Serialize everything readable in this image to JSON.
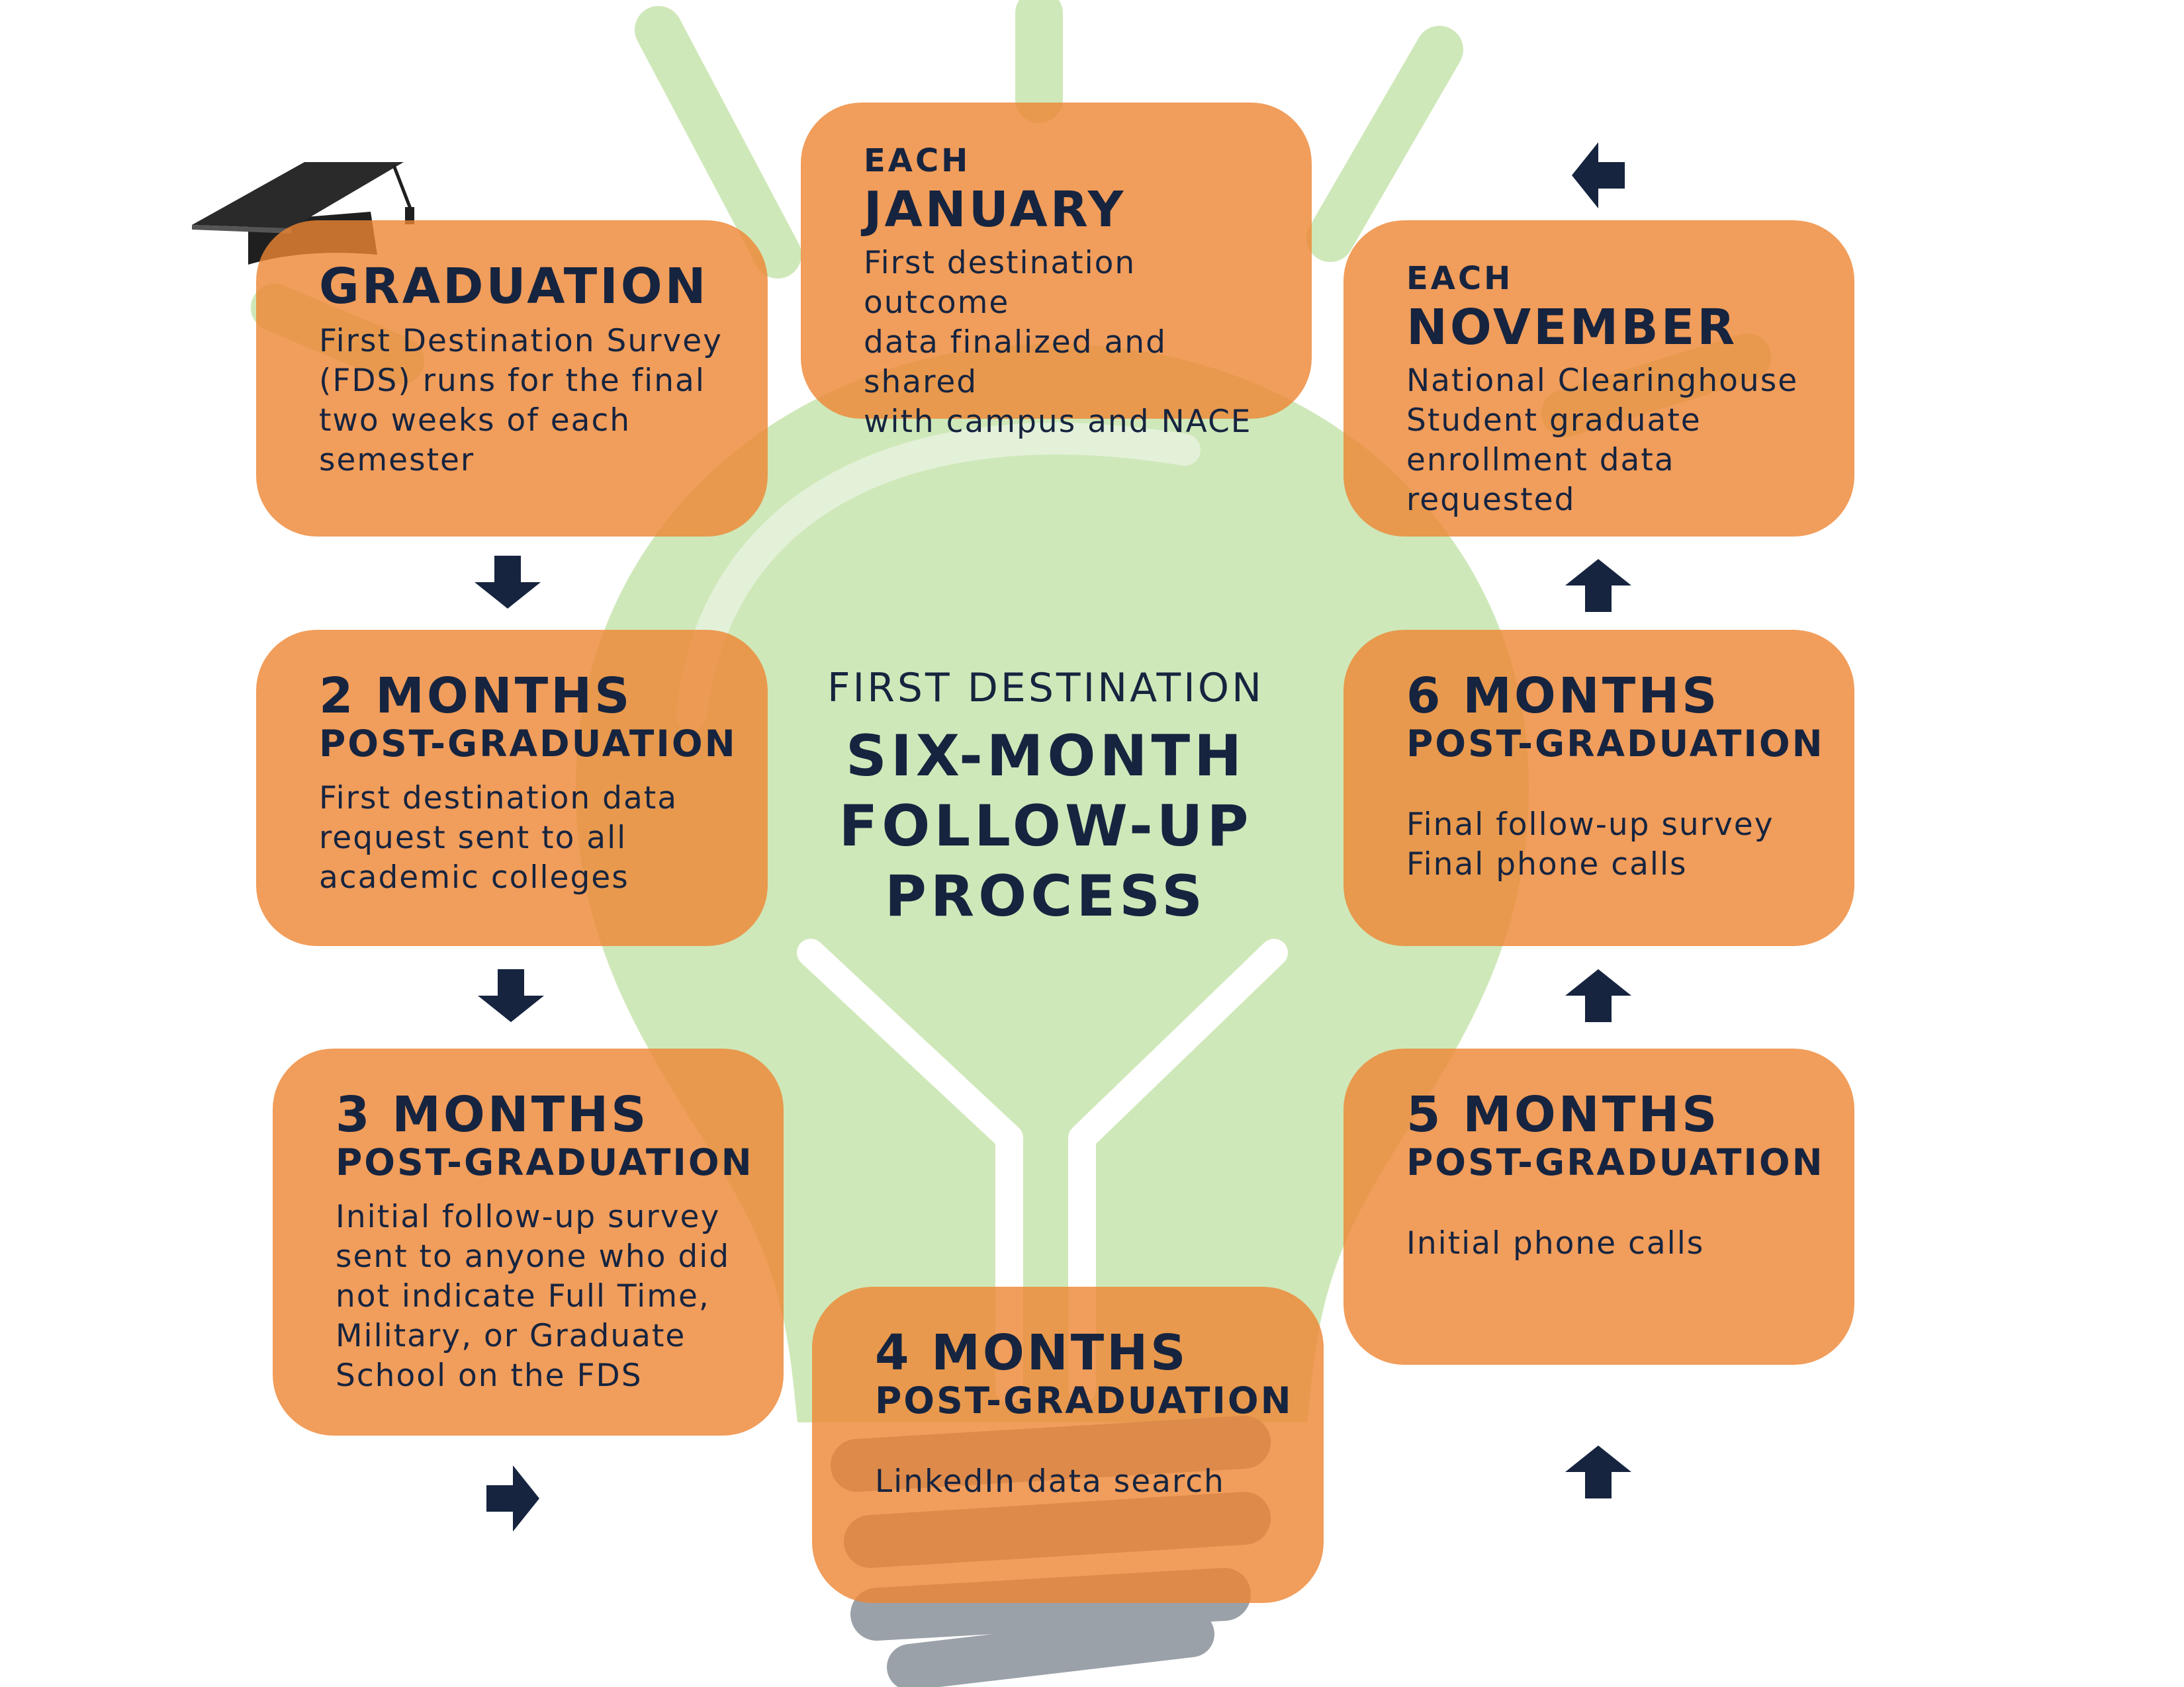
{
  "colors": {
    "card": "#ee8432",
    "navy": "#16243f",
    "bulb": "#cfe8b9",
    "base": "#9aa1a8",
    "highlight": "#ffffff"
  },
  "center": {
    "eyebrow": "FIRST DESTINATION",
    "title": "SIX-MONTH\nFOLLOW-UP\nPROCESS"
  },
  "cards": {
    "graduation": {
      "title": "GRADUATION",
      "body": "First Destination Survey\n(FDS) runs for the final\ntwo weeks of each\nsemester"
    },
    "january": {
      "pre": "EACH",
      "title": "JANUARY",
      "body": "First destination outcome\ndata finalized and shared\nwith campus and NACE"
    },
    "november": {
      "pre": "EACH",
      "title": "NOVEMBER",
      "body": "National Clearinghouse\nStudent graduate\nenrollment data requested"
    },
    "two_months": {
      "title": "2 MONTHS",
      "subtitle": "POST-GRADUATION",
      "body": "First destination data\nrequest sent to all\nacademic colleges"
    },
    "six_months": {
      "title": "6 MONTHS",
      "subtitle": "POST-GRADUATION",
      "body": "Final follow-up survey\nFinal phone calls"
    },
    "three_months": {
      "title": "3 MONTHS",
      "subtitle": "POST-GRADUATION",
      "body": "Initial follow-up survey\nsent to anyone who did\nnot indicate Full Time,\nMilitary, or Graduate\nSchool on the FDS"
    },
    "five_months": {
      "title": "5 MONTHS",
      "subtitle": "POST-GRADUATION",
      "body": "Initial phone calls"
    },
    "four_months": {
      "title": "4 MONTHS",
      "subtitle": "POST-GRADUATION",
      "body": "LinkedIn data search"
    }
  },
  "icons": [
    "lightbulb-icon",
    "graduation-cap-icon",
    "arrow-down-icon",
    "arrow-right-icon",
    "arrow-up-icon",
    "arrow-left-icon"
  ]
}
